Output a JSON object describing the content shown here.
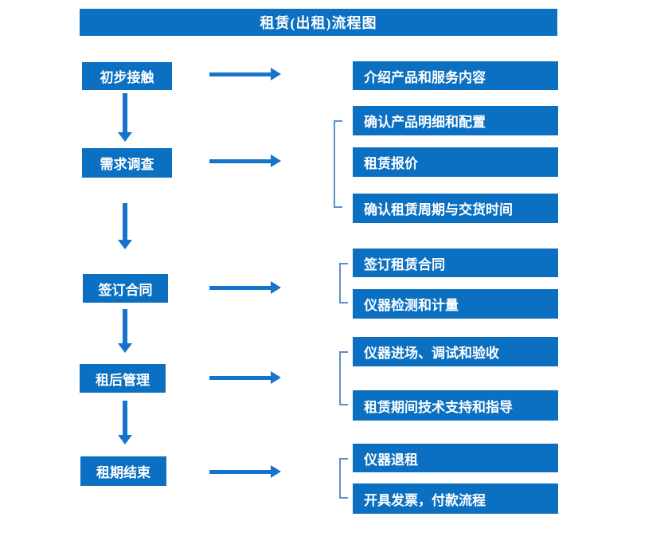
{
  "title": "租赁(出租)流程图",
  "flow": {
    "stages": [
      {
        "label": "初步接触",
        "outputs": [
          "介绍产品和服务内容"
        ]
      },
      {
        "label": "需求调查",
        "outputs": [
          "确认产品明细和配置",
          "租赁报价",
          "确认租赁周期与交货时间"
        ]
      },
      {
        "label": "签订合同",
        "outputs": [
          "签订租赁合同",
          "仪器检测和计量"
        ]
      },
      {
        "label": "租后管理",
        "outputs": [
          "仪器进场、调试和验收",
          "租赁期间技术支持和指导"
        ]
      },
      {
        "label": "租期结束",
        "outputs": [
          "仪器退租",
          "开具发票，付款流程"
        ]
      }
    ]
  },
  "colors": {
    "box_fill": "#0b70c1",
    "arrow": "#1574cb",
    "bracket": "#5c8fc8",
    "text": "#ffffff",
    "background": "#ffffff"
  }
}
